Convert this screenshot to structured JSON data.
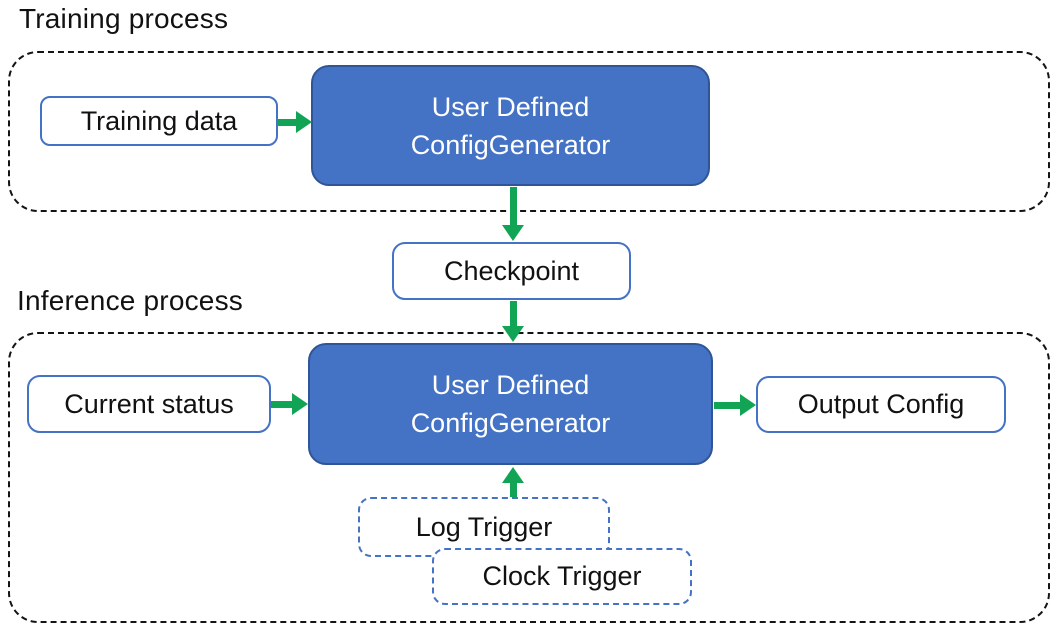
{
  "training": {
    "label": "Training process",
    "input": "Training data",
    "generator": {
      "line1": "User Defined",
      "line2": "ConfigGenerator"
    }
  },
  "checkpoint": {
    "label": "Checkpoint"
  },
  "inference": {
    "label": "Inference process",
    "input": "Current status",
    "generator": {
      "line1": "User Defined",
      "line2": "ConfigGenerator"
    },
    "output": "Output Config",
    "triggers": {
      "log": "Log Trigger",
      "clock": "Clock Trigger"
    }
  },
  "colors": {
    "generator_fill": "#4472C4",
    "generator_border": "#2F5597",
    "box_border": "#4472C4",
    "arrow_green": "#12A455",
    "container_border": "#141414"
  }
}
